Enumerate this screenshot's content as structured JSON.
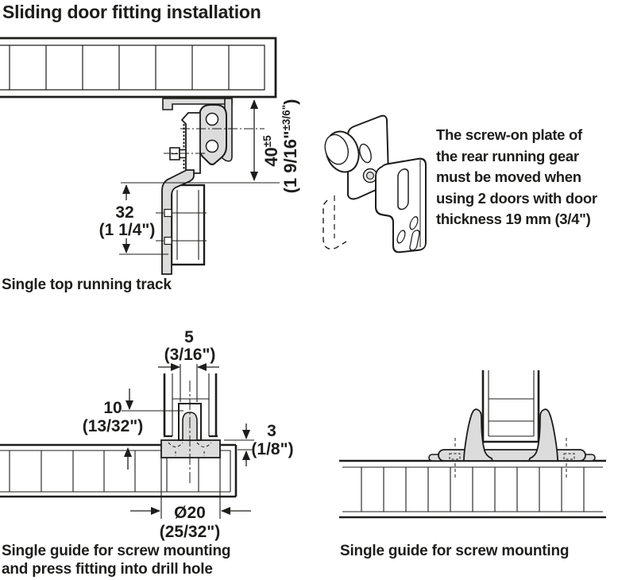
{
  "title": "Sliding door fitting installation",
  "sections": {
    "top_track": {
      "caption": "Single top running track",
      "dim_40": {
        "mm": "40",
        "mm_tol": "±5",
        "inch_open": "(1 9/16\"",
        "inch_tol": "±3/6\"",
        "inch_close": ")"
      },
      "dim_32": {
        "mm": "32",
        "inch": "(1 1/4\")"
      }
    },
    "rear_gear_note": {
      "lines": [
        "The screw-on plate of",
        "the rear running gear",
        "must be moved when",
        "using 2 doors with door",
        "thickness 19 mm (3/4\")"
      ]
    },
    "guide_press_fit": {
      "caption_lines": [
        "Single guide for screw mounting",
        "and press fitting into drill hole"
      ],
      "dim_5": {
        "mm": "5",
        "inch": "(3/16\")"
      },
      "dim_10": {
        "mm": "10",
        "inch": "(13/32\")"
      },
      "dim_3": {
        "mm": "3",
        "inch": "(1/8\")"
      },
      "dim_20": {
        "mm": "Ø20",
        "inch": "(25/32\")"
      }
    },
    "guide_screw": {
      "caption": "Single guide for screw mounting"
    }
  },
  "colors": {
    "line": "#1d1d1b",
    "metal": "#dcdcdc",
    "background": "#ffffff"
  }
}
